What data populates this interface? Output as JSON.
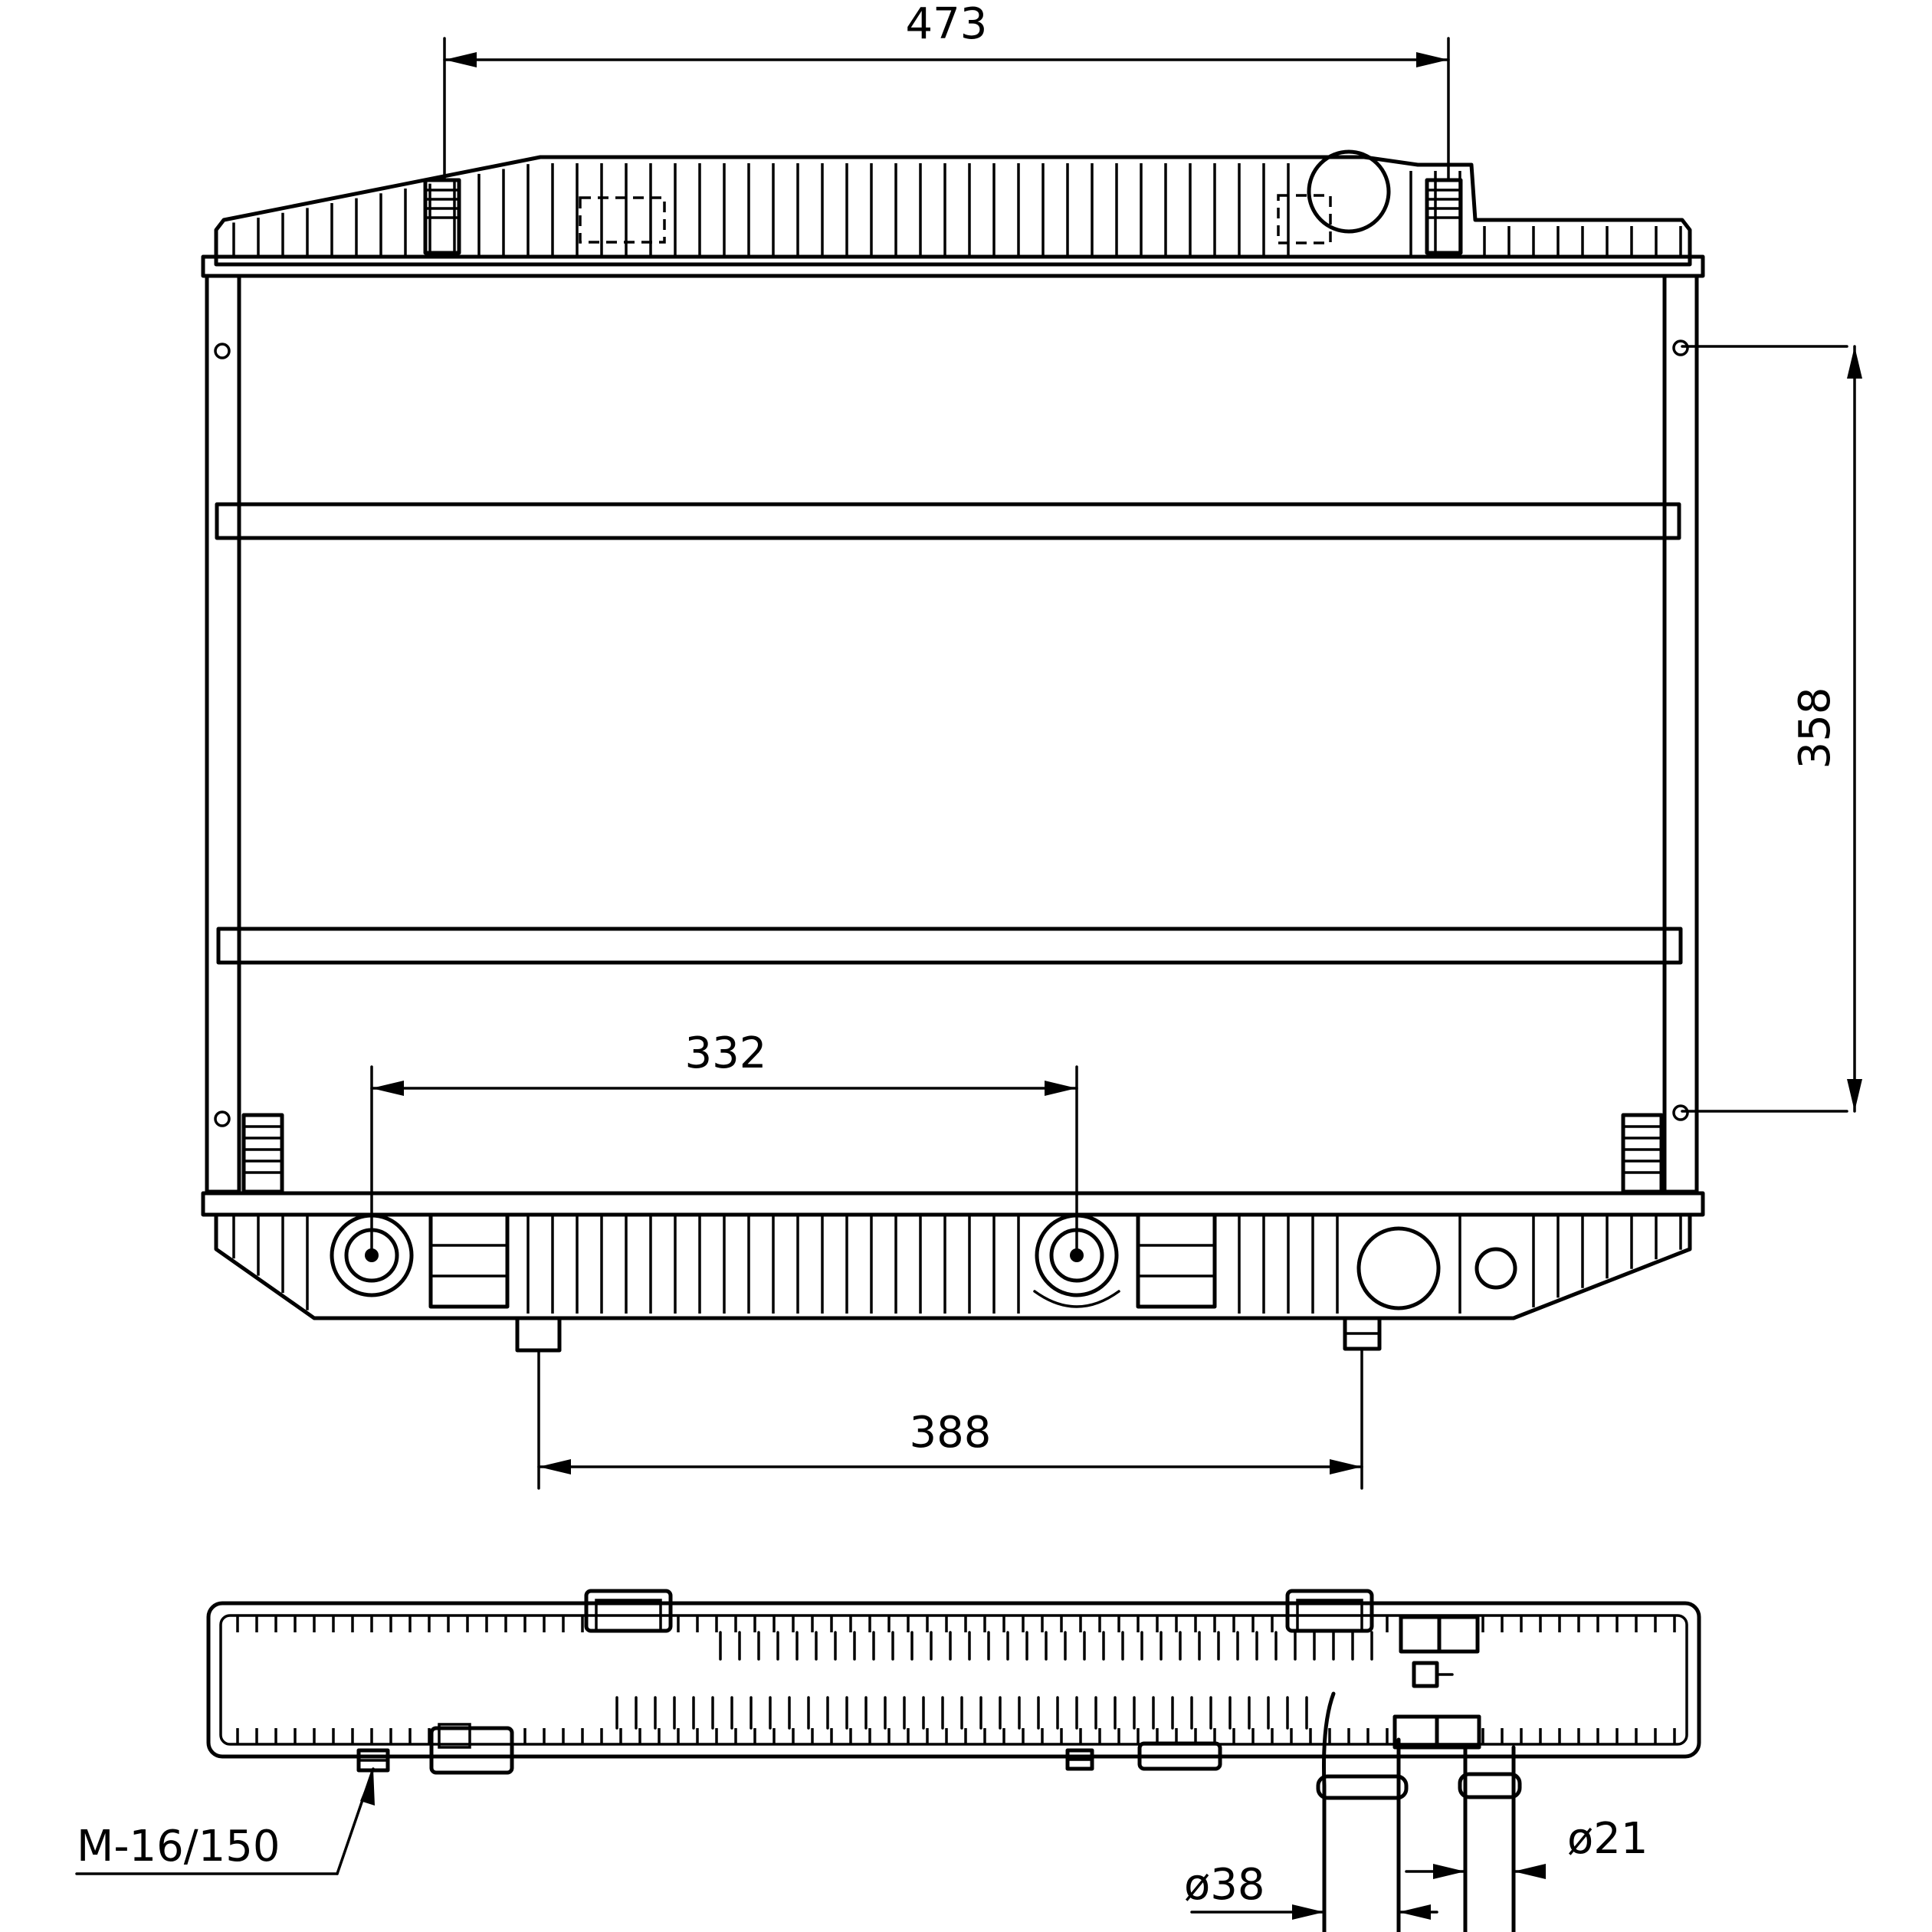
{
  "dimensions": {
    "top_width": "473",
    "right_height": "358",
    "bottom_spacing": "332",
    "mount_spacing": "388",
    "thread": "M-16/150",
    "inlet_diameter": "ø38",
    "outlet_diameter": "ø21"
  }
}
